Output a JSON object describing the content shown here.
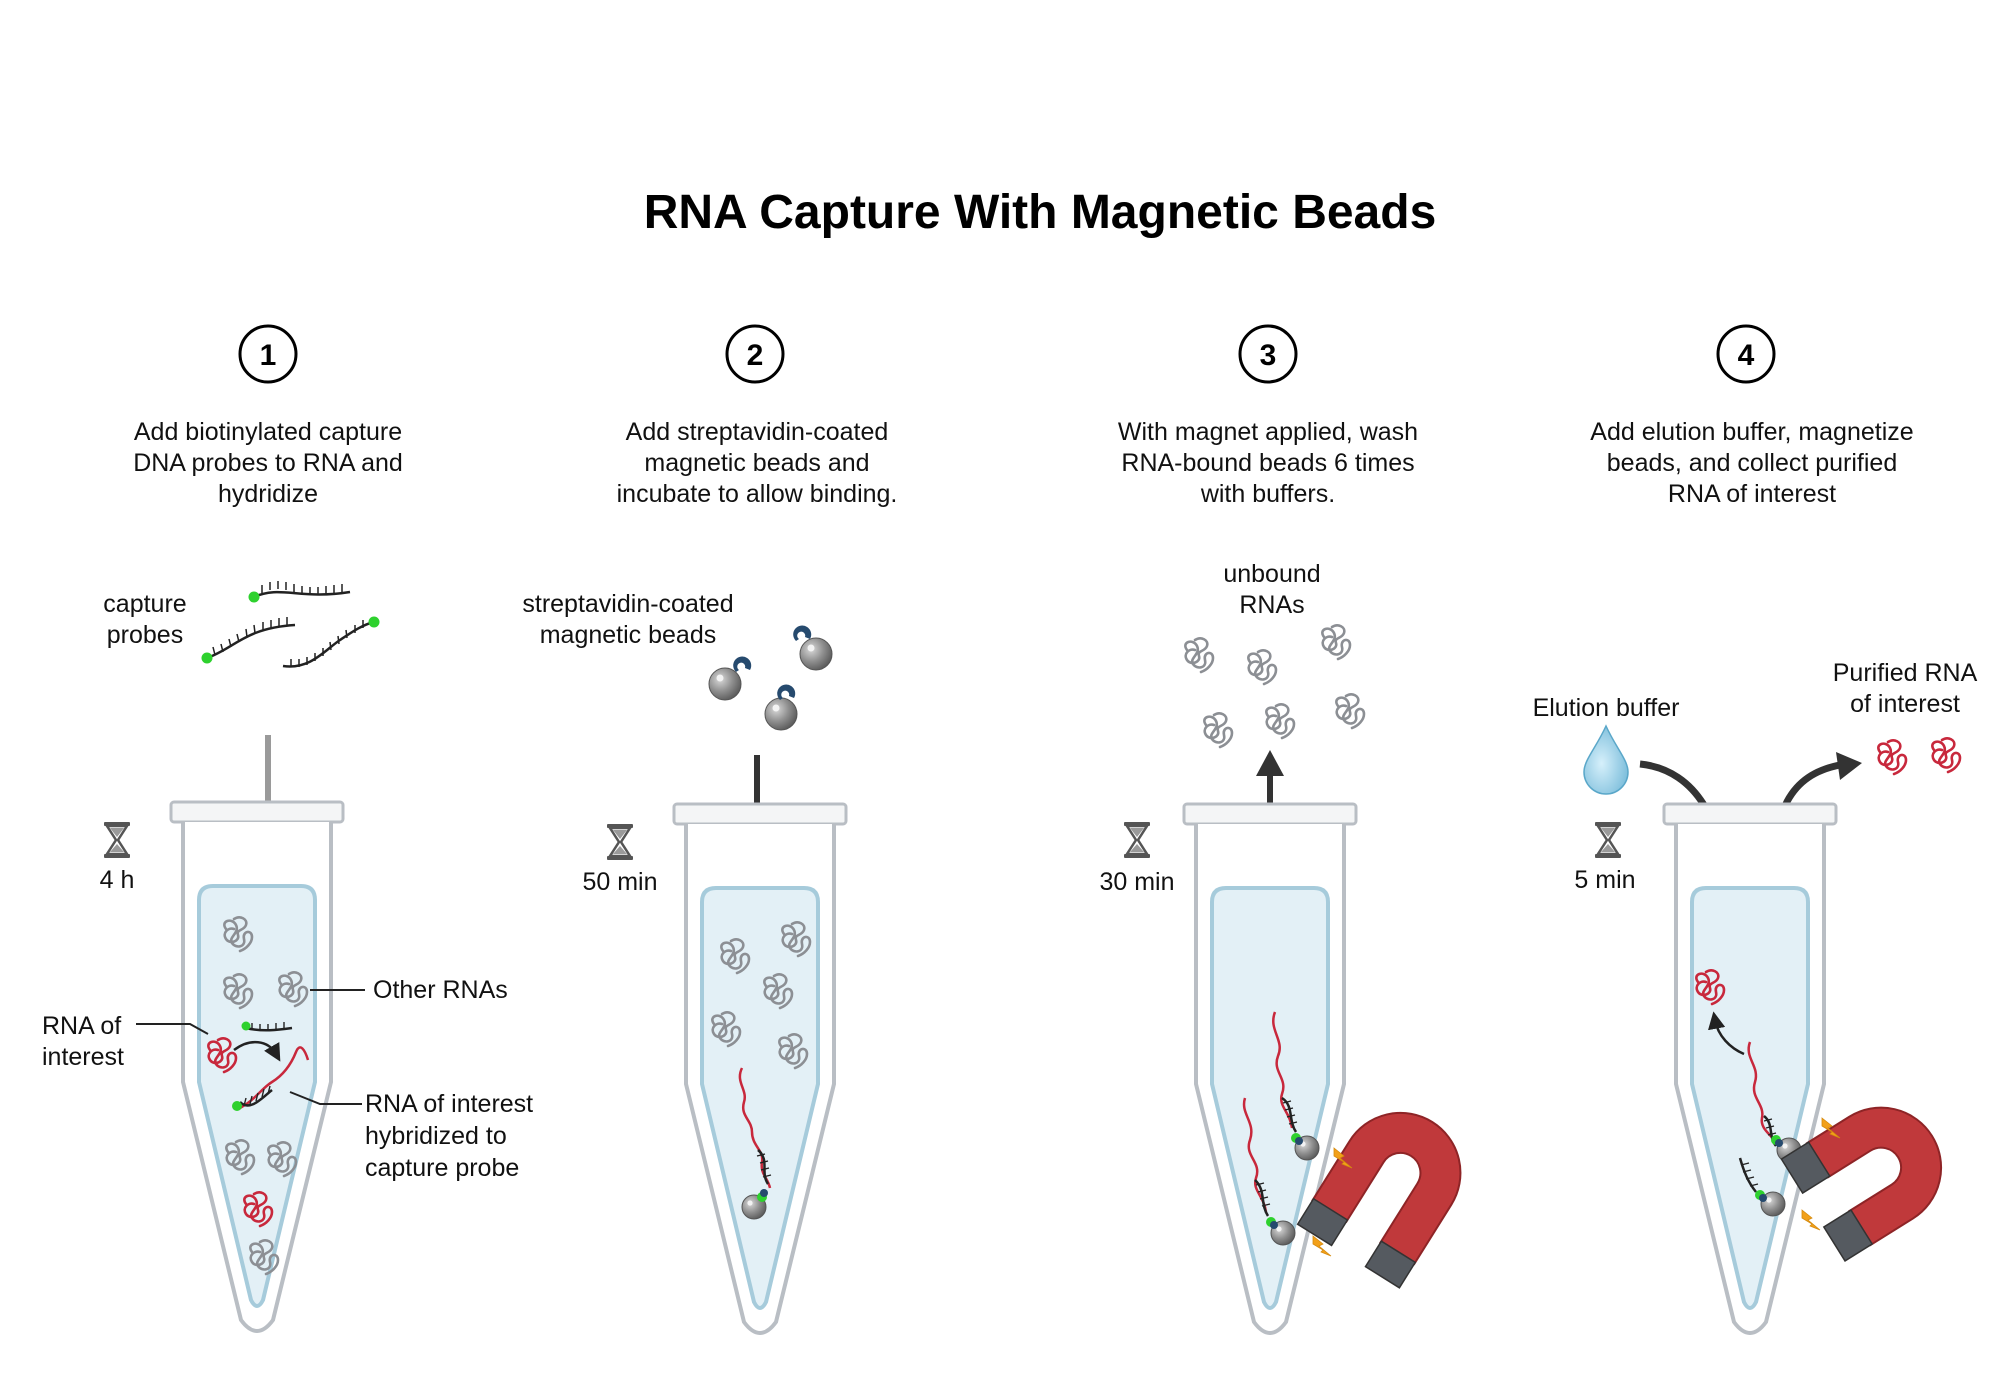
{
  "title": "RNA Capture With Magnetic Beads",
  "steps": [
    {
      "number": "1",
      "description": [
        "Add biotinylated capture",
        "DNA probes to RNA and",
        "hydridize"
      ],
      "duration": "4 h",
      "labels": {
        "capture_probes": [
          "capture",
          "probes"
        ],
        "other_rnas": "Other RNAs",
        "rna_of_interest": [
          "RNA of",
          "interest"
        ],
        "hybridized": [
          "RNA of interest",
          "hybridized to",
          "capture probe"
        ]
      }
    },
    {
      "number": "2",
      "description": [
        "Add streptavidin-coated",
        "magnetic beads and",
        "incubate to allow binding."
      ],
      "duration": "50 min",
      "labels": {
        "beads": [
          "streptavidin-coated",
          "magnetic beads"
        ]
      }
    },
    {
      "number": "3",
      "description": [
        "With magnet applied, wash",
        "RNA-bound beads 6 times",
        "with buffers."
      ],
      "duration": "30 min",
      "labels": {
        "unbound": [
          "unbound",
          "RNAs"
        ]
      }
    },
    {
      "number": "4",
      "description": [
        "Add elution buffer, magnetize",
        "beads, and collect purified",
        "RNA of interest"
      ],
      "duration": "5 min",
      "labels": {
        "elution_buffer": "Elution buffer",
        "purified": [
          "Purified RNA",
          "of interest"
        ]
      }
    }
  ],
  "colors": {
    "tube_outline": "#b9bec4",
    "liquid_fill": "#e3f0f6",
    "liquid_outline": "#a6cbdb",
    "rna_gray": "#8c8f94",
    "rna_red": "#c8283c",
    "biotin_green": "#2ed12e",
    "bead_gray": "#8a8a8a",
    "streptavidin_blue": "#264a6e",
    "magnet_red": "#c0393b",
    "magnet_gray": "#555a60",
    "spark_orange": "#f2a019",
    "arrow_dark": "#333333",
    "arrow_gray": "#9a9a9a",
    "drop_blue": "#8ecae6"
  }
}
